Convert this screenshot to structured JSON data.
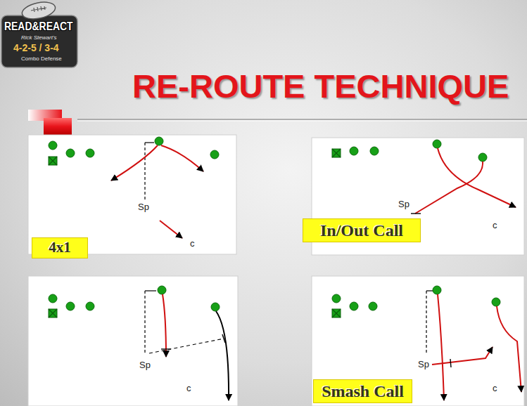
{
  "diagram": {
    "title": "RE-ROUTE TECHNIQUE",
    "nodes": [
      {
        "text": [
          "4x1"
        ]
      },
      {
        "text": [
          "In/Out Call"
        ]
      },
      {
        "text": [
          "Smash Call"
        ]
      }
    ],
    "labels": [
      "READ&REACT",
      "Rick Stewart's",
      "4-2-5 / 3-4",
      "Combo Defense",
      "Sp",
      "c",
      "Sp",
      "c",
      "Sp",
      "c",
      "Sp",
      "c"
    ]
  }
}
